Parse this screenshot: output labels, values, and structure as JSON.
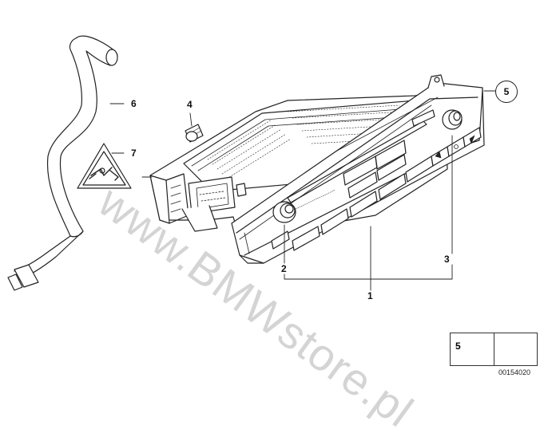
{
  "callouts": {
    "c1": "1",
    "c2": "2",
    "c3": "3",
    "c4": "4",
    "c5": "5",
    "c6": "6",
    "c7": "7"
  },
  "watermark": "www.BMWstore.pl",
  "legend": {
    "part_number": "5"
  },
  "diagram_id": "00154020",
  "colors": {
    "line": "#222222",
    "background": "#ffffff"
  }
}
